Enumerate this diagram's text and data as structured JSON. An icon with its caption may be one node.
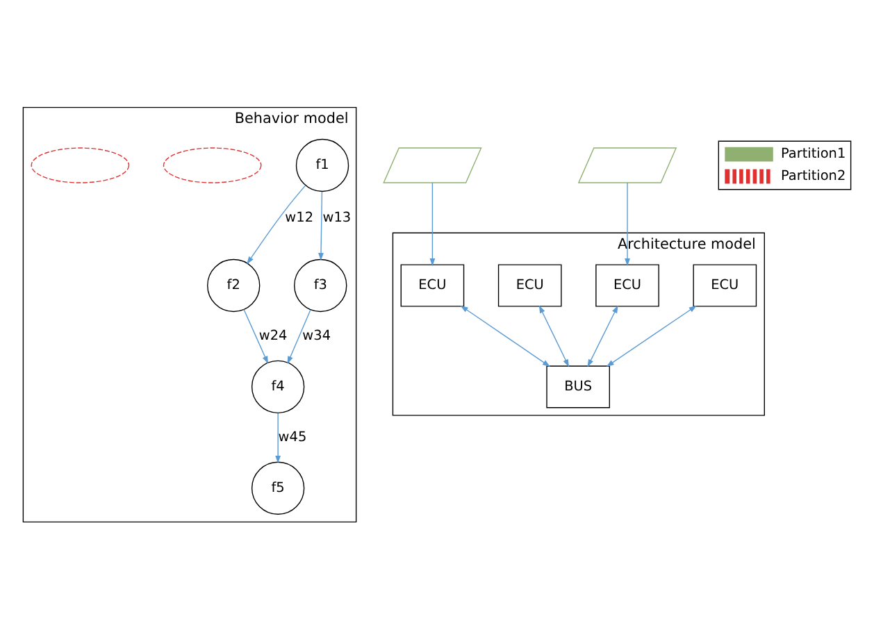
{
  "diagram": {
    "nodes": [
      {
        "text": [
          "Behavior model"
        ]
      },
      {
        "text": [
          "f1"
        ],
        "in": 0
      },
      {
        "text": [
          "f2"
        ],
        "in": 0
      },
      {
        "text": [
          "f3"
        ],
        "in": 0
      },
      {
        "text": [
          "f4"
        ],
        "in": 0
      },
      {
        "text": [
          "f5"
        ],
        "in": 0
      },
      {
        "text": [],
        "shape": "polygon"
      },
      {
        "text": [],
        "shape": "polygon"
      },
      {
        "text": [],
        "shape": "ellipse",
        "in": 0
      },
      {
        "text": [],
        "shape": "ellipse",
        "in": 0
      },
      {
        "text": [
          "Architecture model"
        ]
      },
      {
        "text": [
          "ECU"
        ],
        "in": 10
      },
      {
        "text": [
          "ECU"
        ],
        "in": 10
      },
      {
        "text": [
          "ECU"
        ],
        "in": 10
      },
      {
        "text": [
          "ECU"
        ],
        "in": 10
      },
      {
        "text": [
          "BUS"
        ],
        "in": 10
      }
    ],
    "edges": [
      {
        "from": 1,
        "to": 2,
        "arrow": "to",
        "label": "w12"
      },
      {
        "from": 1,
        "to": 3,
        "arrow": "to",
        "label": "w13"
      },
      {
        "from": 2,
        "to": 4,
        "arrow": "to",
        "label": "w24"
      },
      {
        "from": 3,
        "to": 4,
        "arrow": "to",
        "label": "w34"
      },
      {
        "from": 4,
        "to": 5,
        "arrow": "to",
        "label": "w45"
      },
      {
        "from": 6,
        "to": 12,
        "arrow": "to"
      },
      {
        "from": 7,
        "to": 14,
        "arrow": "to"
      },
      {
        "from": 11,
        "to": 15,
        "arrow": "both"
      },
      {
        "from": 12,
        "to": 15,
        "arrow": "both"
      },
      {
        "from": 13,
        "to": 15,
        "arrow": "both"
      },
      {
        "from": 14,
        "to": 15,
        "arrow": "both"
      }
    ],
    "legend": [
      {
        "text": "Partition1"
      },
      {
        "text": "Partition2"
      }
    ]
  }
}
